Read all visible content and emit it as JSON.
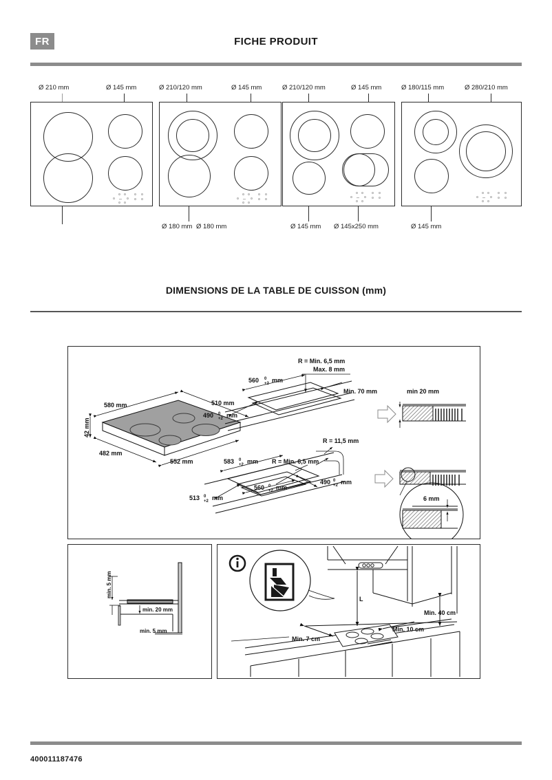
{
  "header": {
    "language_badge": "FR",
    "title": "FICHE PRODUIT"
  },
  "hobs": [
    {
      "id": "hob-1",
      "top_labels": [
        "Ø 210 mm",
        "Ø 145 mm"
      ],
      "bottom_labels": [
        ""
      ],
      "zones": [
        "210",
        "145",
        "210",
        "145"
      ]
    },
    {
      "id": "hob-2",
      "top_labels": [
        "Ø 210/120 mm",
        "Ø 145 mm"
      ],
      "bottom_labels": [
        "Ø 180 mm",
        "Ø 180 mm"
      ],
      "zones": [
        "210/120 dual",
        "145",
        "180",
        "145"
      ]
    },
    {
      "id": "hob-3",
      "top_labels": [
        "Ø 210/120 mm",
        "Ø 145 mm"
      ],
      "bottom_labels": [
        "Ø 145 mm",
        "Ø 145x250 mm"
      ],
      "zones": [
        "210/120 dual",
        "145",
        "145",
        "145x250 oval"
      ]
    },
    {
      "id": "hob-4",
      "top_labels": [
        "Ø 180/115 mm",
        "Ø 280/210 mm"
      ],
      "bottom_labels": [
        "Ø 145 mm"
      ],
      "zones": [
        "180/115 dual",
        "280/210 dual",
        "145"
      ]
    }
  ],
  "section": {
    "title": "DIMENSIONS DE LA TABLE DE CUISSON (mm)"
  },
  "main_panel": {
    "hob_3d": {
      "width": "580 mm",
      "depth": "510 mm",
      "thickness": "42 mm",
      "inner_width": "482 mm",
      "inner_depth": "552 mm"
    },
    "cutout_top": {
      "width": "560",
      "width_tol_up": "+2",
      "width_tol_dn": "0",
      "width_unit": "mm",
      "depth": "490",
      "depth_tol_up": "+2",
      "depth_tol_dn": "0",
      "depth_unit": "mm",
      "radius_note_1": "R = Min. 6,5 mm",
      "radius_note_2": "Max. 8 mm",
      "edge_note": "Min. 70 mm"
    },
    "cutout_bottom": {
      "outer_width": "583",
      "outer_width_tol_up": "+2",
      "outer_width_tol_dn": "0",
      "outer_depth": "513",
      "outer_depth_tol_up": "+2",
      "outer_depth_tol_dn": "0",
      "inner_width": "560",
      "inner_width_tol_up": "+2",
      "inner_width_tol_dn": "0",
      "inner_depth": "490",
      "inner_depth_tol_up": "+2",
      "inner_depth_tol_dn": "0",
      "unit": "mm",
      "radius_outer": "R = 11,5 mm",
      "radius_inner": "R = Min. 6,5 mm"
    },
    "detail_top": {
      "label": "min 20 mm"
    },
    "detail_bottom": {
      "label": "6 mm"
    }
  },
  "bottom_left_panel": {
    "gap_above": "min. 5 mm",
    "gap_below": "min. 20 mm",
    "gap_rear": "min. 5 mm"
  },
  "bottom_right_panel": {
    "hood_height": "L",
    "side_left": "Min. 7 cm",
    "side_right": "Min. 10 cm",
    "wall_unit": "Min. 40 cm",
    "info_icon": "info-icon"
  },
  "footer": {
    "code": "400011187476"
  },
  "colors": {
    "rule": "#8c8c8c",
    "badge_bg": "#8c8c8c",
    "ink": "#1a1a1a",
    "hob_fill": "#9d9d9d"
  }
}
